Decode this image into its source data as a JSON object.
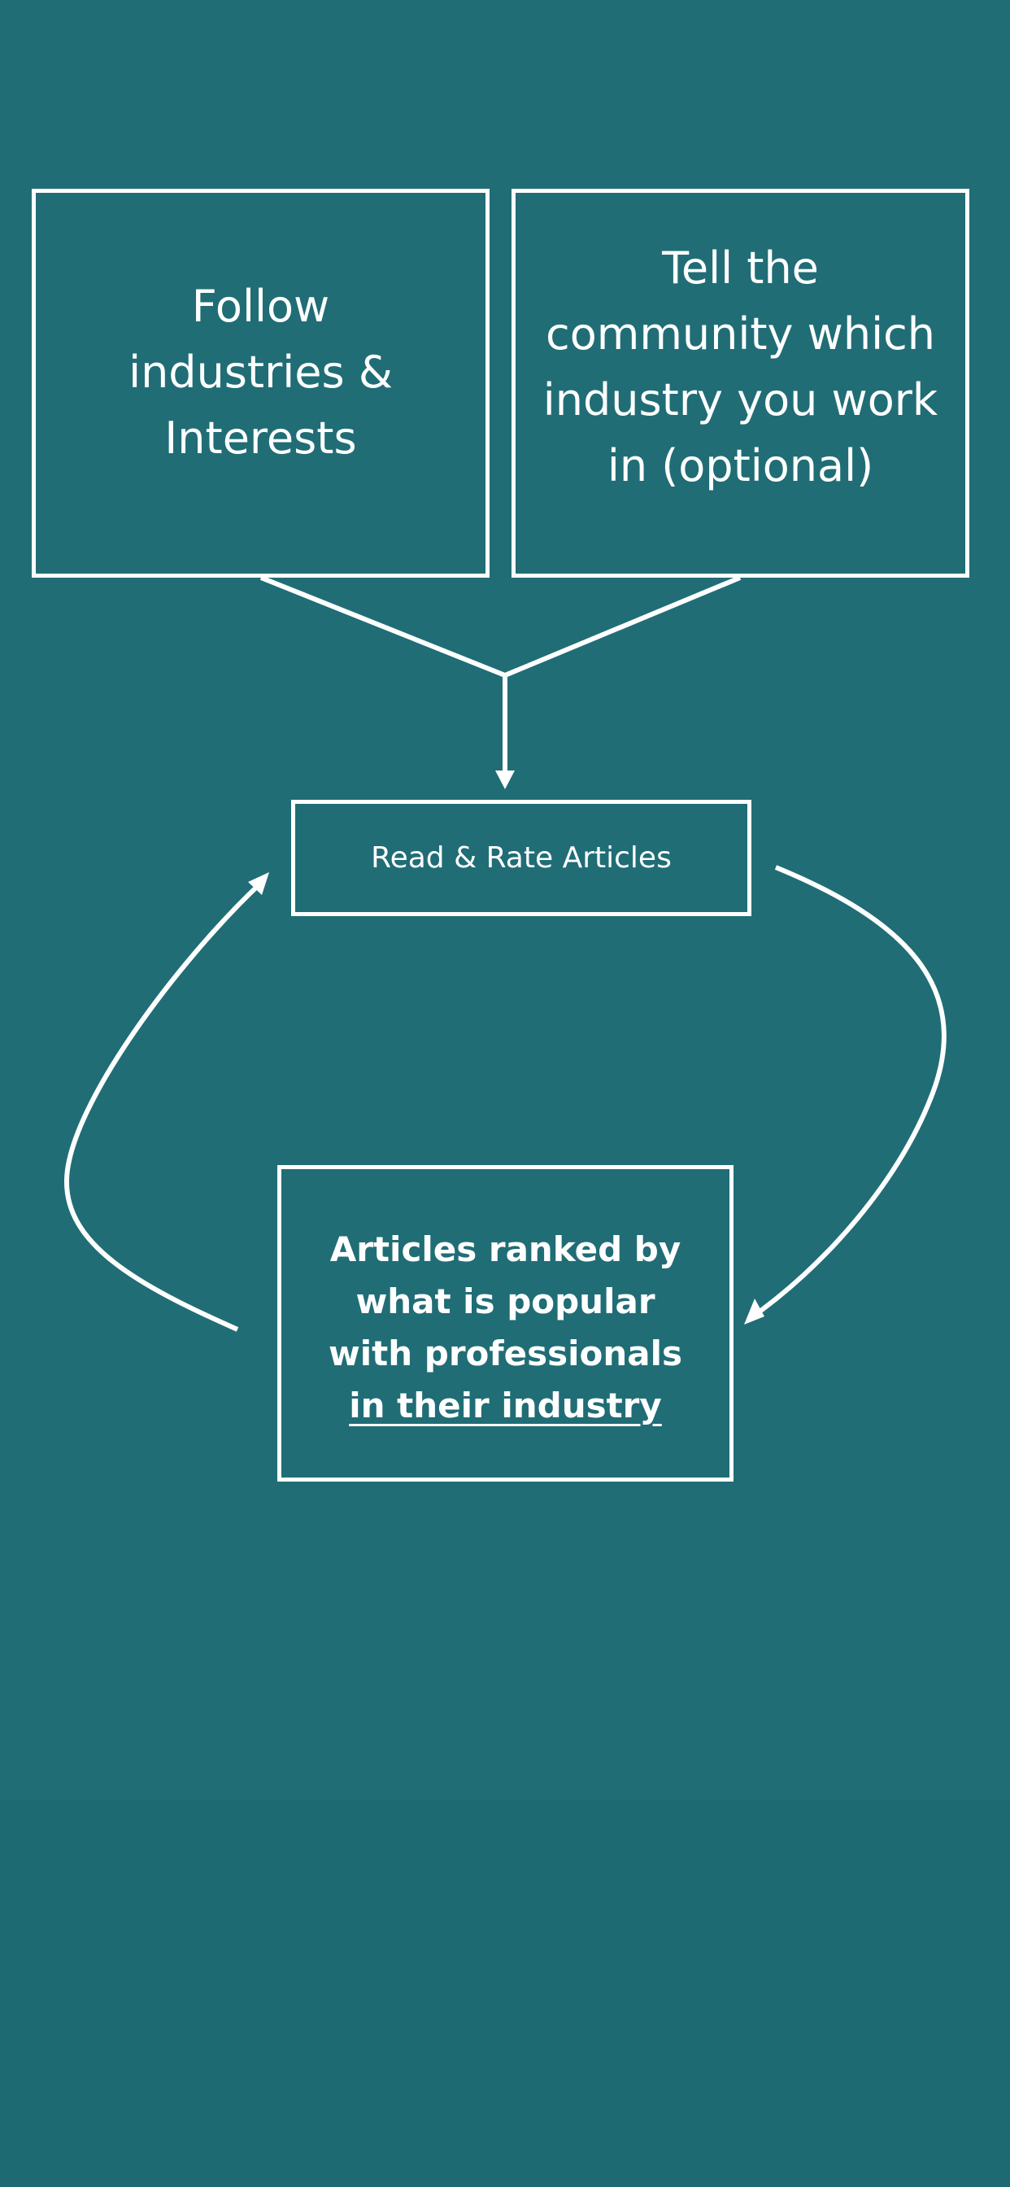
{
  "diagram": {
    "follow_box": {
      "lines": [
        "Follow",
        "industries &",
        "Interests"
      ]
    },
    "tell_box": {
      "lines": [
        "Tell the",
        "community which",
        "industry you work",
        "in (optional)"
      ]
    },
    "read_box": {
      "label": "Read & Rate Articles"
    },
    "ranked_box": {
      "lines": [
        "Articles ranked by",
        "what is popular",
        "with professionals"
      ],
      "underlined_line": "in their industry"
    }
  },
  "colors": {
    "background": "#206D76",
    "foreground": "#FFFFFF"
  }
}
